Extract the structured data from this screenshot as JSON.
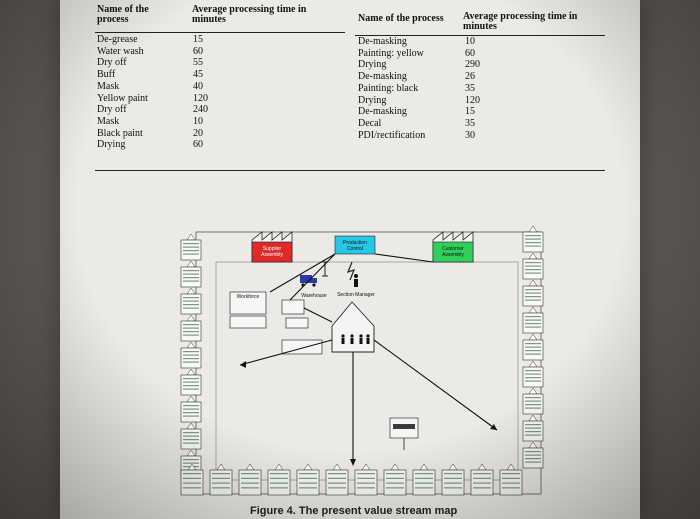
{
  "table_left": {
    "header_name": "Name of the process",
    "header_time": "Average processing time in minutes",
    "rows": [
      {
        "name": "De-grease",
        "time": "15"
      },
      {
        "name": "Water wash",
        "time": "60"
      },
      {
        "name": "Dry off",
        "time": "55"
      },
      {
        "name": "Buff",
        "time": "45"
      },
      {
        "name": "Mask",
        "time": "40"
      },
      {
        "name": "Yellow paint",
        "time": "120"
      },
      {
        "name": "Dry off",
        "time": "240"
      },
      {
        "name": "Mask",
        "time": "10"
      },
      {
        "name": "Black paint",
        "time": "20"
      },
      {
        "name": "Drying",
        "time": "60"
      }
    ]
  },
  "table_right": {
    "header_name": "Name of the process",
    "header_time": "Average processing time in minutes",
    "rows": [
      {
        "name": "De-masking",
        "time": "10"
      },
      {
        "name": "Painting: yellow",
        "time": "60"
      },
      {
        "name": "Drying",
        "time": "290"
      },
      {
        "name": "De-masking",
        "time": "26"
      },
      {
        "name": "Painting: black",
        "time": "35"
      },
      {
        "name": "Drying",
        "time": "120"
      },
      {
        "name": "De-masking",
        "time": "15"
      },
      {
        "name": "Decal",
        "time": "35"
      },
      {
        "name": "PDI/rectification",
        "time": "30"
      }
    ]
  },
  "vsm": {
    "supplier_label": "Supplier Assembly",
    "production_control_label": "Production Control",
    "customer_label": "Customer Assembly",
    "warehouse_label": "Warehouse",
    "section_manager_label": "Section Manager",
    "workforce_label": "Workforce",
    "colors": {
      "supplier": "#e02a2a",
      "production_control": "#27c7e6",
      "customer": "#2fcf5a"
    }
  },
  "caption": "Figure 4. The present value stream map"
}
